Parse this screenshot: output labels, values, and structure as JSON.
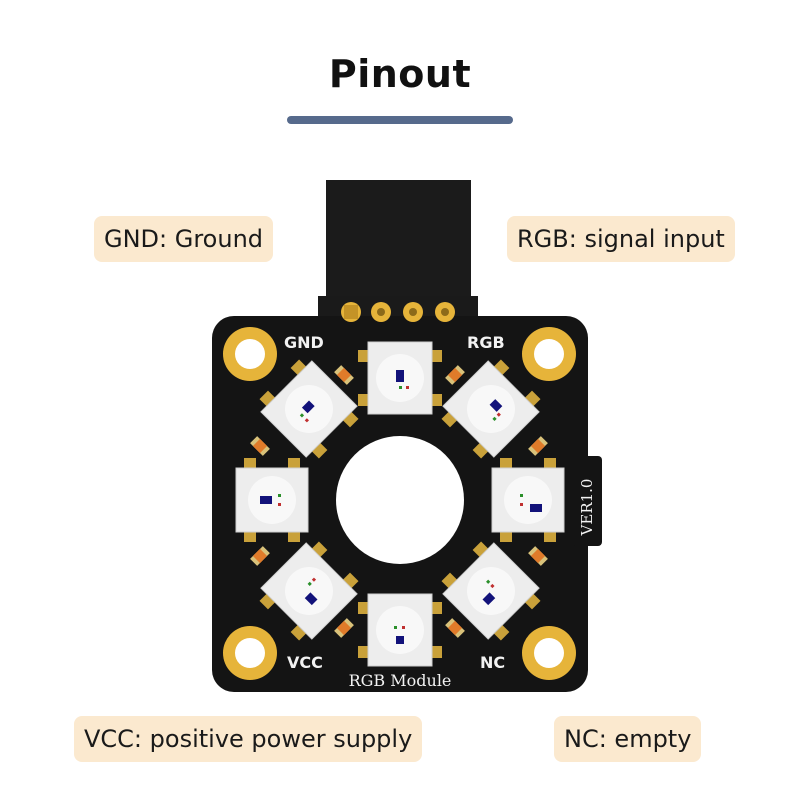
{
  "title": "Pinout",
  "callouts": {
    "gnd": "GND: Ground",
    "rgb": "RGB: signal input",
    "vcc": "VCC: positive power supply",
    "nc": "NC: empty"
  },
  "board": {
    "silk_gnd": "GND",
    "silk_rgb": "RGB",
    "silk_vcc": "VCC",
    "silk_nc": "NC",
    "silk_name": "RGB Module",
    "silk_version": "VER1.0"
  },
  "colors": {
    "pcb": "#141414",
    "gold": "#e6b43a",
    "accent_bar": "#566a8c",
    "callout_bg": "#fbe9cf",
    "smd_orange": "#e07b2a"
  }
}
